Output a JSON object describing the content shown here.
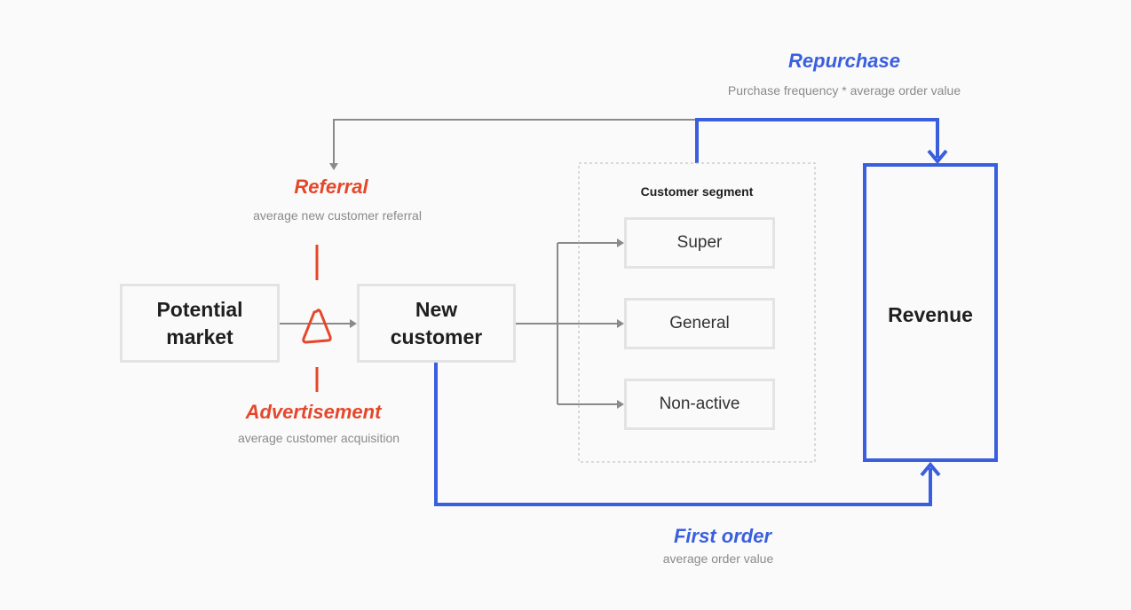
{
  "nodes": {
    "potential_market": "Potential market",
    "new_customer": "New customer",
    "revenue": "Revenue"
  },
  "segment": {
    "title": "Customer segment",
    "items": [
      "Super",
      "General",
      "Non-active"
    ]
  },
  "flows": {
    "repurchase": {
      "title": "Repurchase",
      "subtitle": "Purchase frequency * average order value"
    },
    "referral": {
      "title": "Referral",
      "subtitle": "average new customer referral"
    },
    "advertisement": {
      "title": "Advertisement",
      "subtitle": "average customer acquisition"
    },
    "first_order": {
      "title": "First order",
      "subtitle": "average order value"
    }
  },
  "colors": {
    "flow_blue": "#3a5fde",
    "driver_red": "#e5472b",
    "connector_gray": "#8a8a8a",
    "box_border": "#e3e3e3"
  }
}
